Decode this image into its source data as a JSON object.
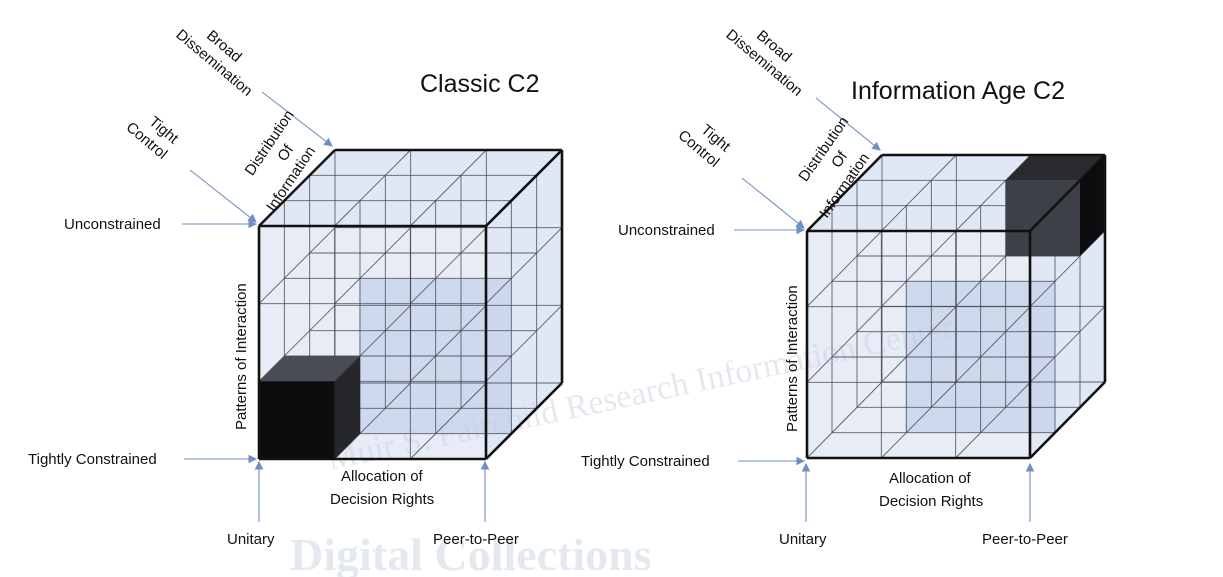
{
  "watermark": {
    "line1": "Muir S. Fairchild Research Information Center",
    "line2": "Digital Collections"
  },
  "diagrams": [
    {
      "title": "Classic C2",
      "broad": [
        "Broad",
        "Dissemination"
      ],
      "tight": [
        "Tight",
        "Control"
      ],
      "distribution": [
        "Distribution",
        "Of",
        "Information"
      ],
      "unconstrained": "Unconstrained",
      "tightly_constrained": "Tightly Constrained",
      "patterns": "Patterns of Interaction",
      "allocation": [
        "Allocation of",
        "Decision Rights"
      ],
      "unitary": "Unitary",
      "peer": "Peer-to-Peer"
    },
    {
      "title": "Information Age C2",
      "broad": [
        "Broad",
        "Dissemination"
      ],
      "tight": [
        "Tight",
        "Control"
      ],
      "distribution": [
        "Distribution",
        "Of",
        "Information"
      ],
      "unconstrained": "Unconstrained",
      "tightly_constrained": "Tightly Constrained",
      "patterns": "Patterns of Interaction",
      "allocation": [
        "Allocation of",
        "Decision Rights"
      ],
      "unitary": "Unitary",
      "peer": "Peer-to-Peer"
    }
  ],
  "colors": {
    "cube_fill": "#c9d5ec",
    "dark_cube": "#0d0d0f",
    "arrow": "#6f90c4"
  }
}
